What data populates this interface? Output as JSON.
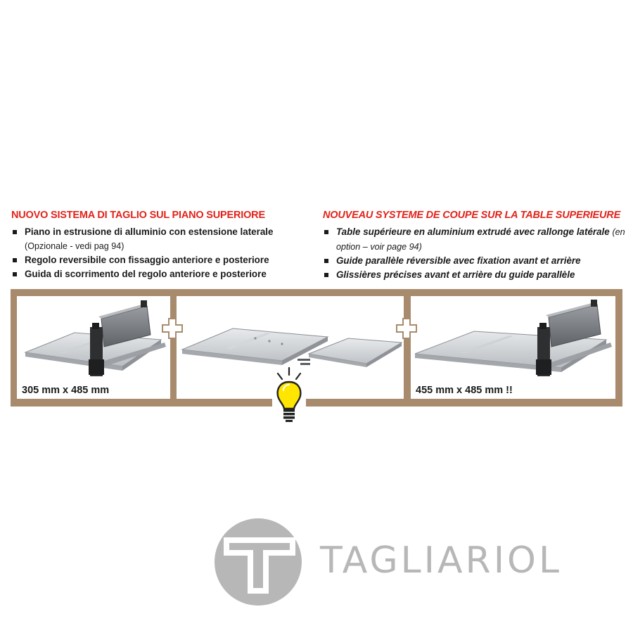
{
  "italian": {
    "heading": "NUOVO SISTEMA DI TAGLIO SUL PIANO SUPERIORE",
    "items": [
      {
        "text": "Piano in estrusione di alluminio con estensione laterale",
        "note": "(Opzionale - vedi pag 94)"
      },
      {
        "text": "Regolo reversibile con fissaggio anteriore e posteriore"
      },
      {
        "text": "Guida di scorrimento del regolo anteriore e posteriore"
      }
    ]
  },
  "french": {
    "heading": "NOUVEAU SYSTEME DE COUPE SUR LA TABLE SUPERIEURE",
    "items": [
      {
        "text": "Table supérieure en aluminium extrudé avec rallonge latérale",
        "note": "(en option – voir page 94)"
      },
      {
        "text": "Guide parallèle réversible avec fixation avant et arrière"
      },
      {
        "text": "Glissières précises avant et arrière du guide parallèle"
      }
    ]
  },
  "panels": {
    "standard_size": "305 mm x 485 mm",
    "extended_size": "455 mm x 485 mm !!"
  },
  "icons": {
    "plus": "plus-icon",
    "bulb": "light-bulb-icon",
    "bullet": "square-bullet-icon"
  },
  "colors": {
    "heading": "#e2231a",
    "frame": "#a88b6c",
    "logo": "#b7b7b7",
    "bulb": "#ffe600"
  },
  "logo": {
    "mark_letter": "T",
    "wordmark": "TAGLIARIOL"
  }
}
